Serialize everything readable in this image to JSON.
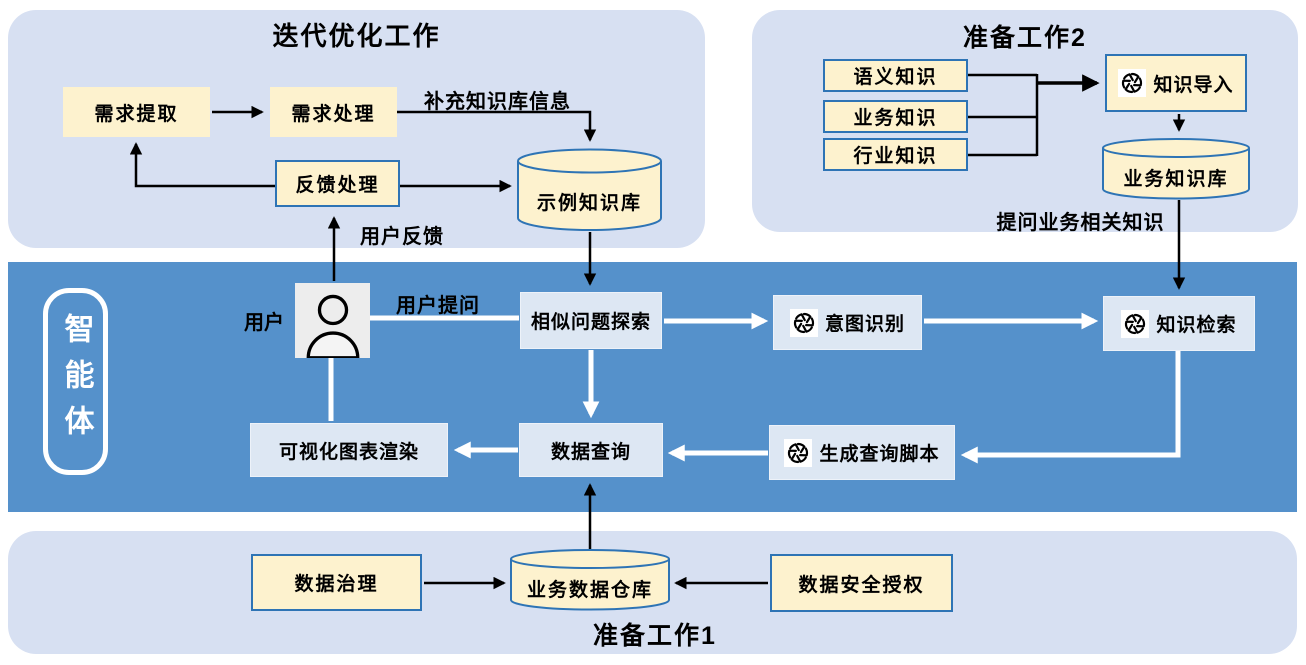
{
  "colors": {
    "band_blue": "#5591CB",
    "panel_lavender": "#D7E0F2",
    "node_cream": "#FDF2CE",
    "node_border_blue": "#2E74B5",
    "band_box_fill": "#DDE7F3",
    "arrow_black": "#000000",
    "arrow_white": "#FFFFFF"
  },
  "panels": {
    "iterative": {
      "title": "迭代优化工作"
    },
    "prep2": {
      "title": "准备工作2"
    },
    "agent": {
      "label": "智能体"
    },
    "prep1": {
      "title": "准备工作1"
    }
  },
  "nodes": {
    "requirement_extract": {
      "label": "需求提取"
    },
    "requirement_process": {
      "label": "需求处理"
    },
    "feedback_process": {
      "label": "反馈处理"
    },
    "example_kb": {
      "label": "示例知识库"
    },
    "semantic_knowledge": {
      "label": "语义知识"
    },
    "business_knowledge": {
      "label": "业务知识"
    },
    "industry_knowledge": {
      "label": "行业知识"
    },
    "knowledge_import": {
      "label": "知识导入"
    },
    "business_kb": {
      "label": "业务知识库"
    },
    "user": {
      "label": "用户"
    },
    "similar_question_explore": {
      "label": "相似问题探索"
    },
    "intent_recognition": {
      "label": "意图识别"
    },
    "knowledge_retrieval": {
      "label": "知识检索"
    },
    "visualization_render": {
      "label": "可视化图表渲染"
    },
    "data_query": {
      "label": "数据查询"
    },
    "generate_query_script": {
      "label": "生成查询脚本"
    },
    "data_governance": {
      "label": "数据治理"
    },
    "business_data_warehouse": {
      "label": "业务数据仓库"
    },
    "data_security_auth": {
      "label": "数据安全授权"
    }
  },
  "edge_labels": {
    "supplement_kb_info": "补充知识库信息",
    "user_feedback": "用户反馈",
    "user_question": "用户提问",
    "ask_business_knowledge": "提问业务相关知识"
  },
  "icons": {
    "llm": "openai-logo-icon",
    "user": "person-icon"
  }
}
